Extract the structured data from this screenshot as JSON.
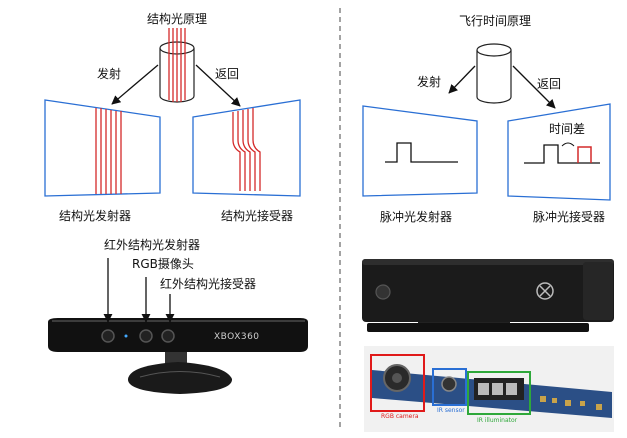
{
  "structured_light": {
    "title": "结构光原理",
    "emit_label": "发射",
    "return_label": "返回",
    "emitter_caption": "结构光发射器",
    "receiver_caption": "结构光接受器"
  },
  "tof": {
    "title": "飞行时间原理",
    "emit_label": "发射",
    "return_label": "返回",
    "time_diff_label": "时间差",
    "emitter_caption": "脉冲光发射器",
    "receiver_caption": "脉冲光接受器"
  },
  "kinect360": {
    "callout_ir_emitter": "红外结构光发射器",
    "callout_rgb": "RGB摄像头",
    "callout_ir_receiver": "红外结构光接受器",
    "brand_text": "XBOX360"
  },
  "board": {
    "rgb_label": "RGB camera",
    "ir_sensor_label": "IR sensor",
    "ir_illuminator_label": "IR illuminator"
  },
  "colors": {
    "red_lines": "#d42a2a",
    "divider": "#666666",
    "rgb_box": "#e01a1a",
    "ir_sensor_box": "#2a6fd4",
    "ir_illuminator_box": "#2ea83a"
  }
}
